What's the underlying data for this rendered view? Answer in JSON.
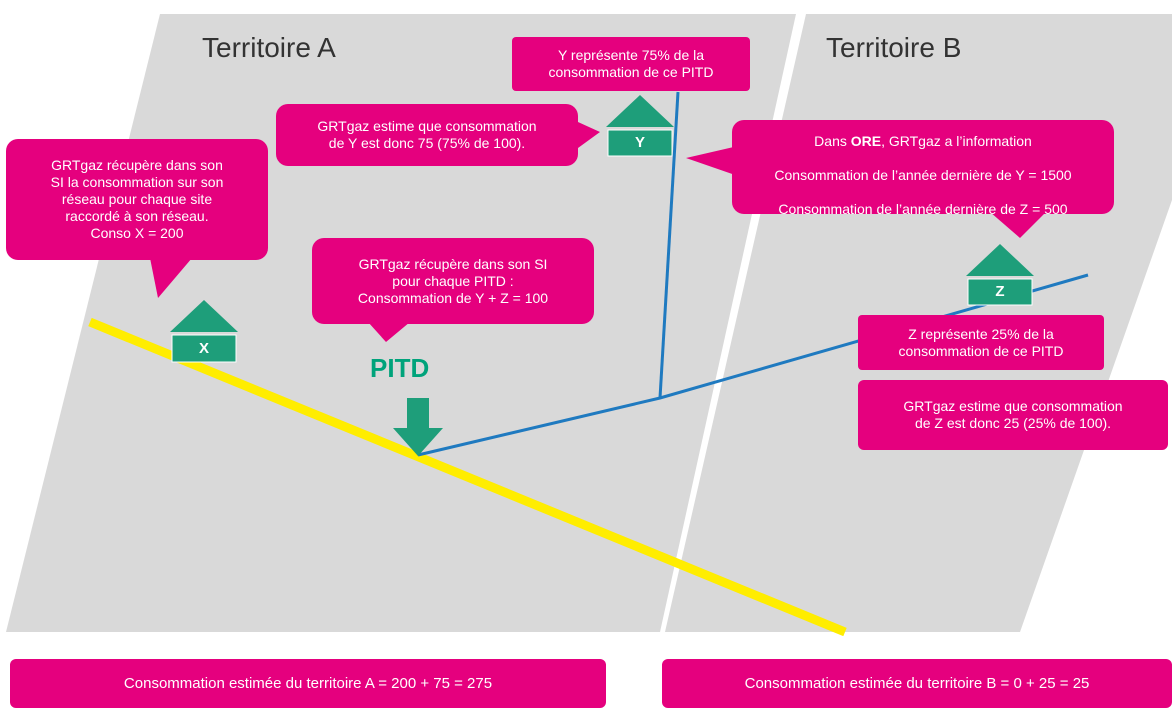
{
  "territories": {
    "a_title": "Territoire A",
    "b_title": "Territoire B"
  },
  "callouts": {
    "x_site": "GRTgaz récupère dans son\nSI la consommation sur son\nréseau pour chaque site\nraccordé à son réseau.\nConso X = 200",
    "y_estimate": "GRTgaz estime que consommation\nde Y est donc 75 (75% de 100).",
    "y_share": "Y représente 75% de la\nconsommation de ce PITD",
    "ore_info_line1_prefix": "Dans ",
    "ore_info_line1_bold": "ORE",
    "ore_info_line1_suffix": ", GRTgaz a l’information",
    "ore_info_line2": "Consommation de l’année dernière de Y = 1500",
    "ore_info_line3": "Consommation de l’année dernière de Z = 500",
    "pitd_total": "GRTgaz récupère dans son SI\npour chaque PITD :\nConsommation de Y + Z = 100",
    "z_share": "Z représente 25% de la\nconsommation de ce PITD",
    "z_estimate": "GRTgaz estime que consommation\nde Z est donc 25 (25% de 100)."
  },
  "houses": {
    "x_label": "X",
    "y_label": "Y",
    "z_label": "Z"
  },
  "pitd": {
    "label": "PITD"
  },
  "bottom": {
    "territory_a": "Consommation estimée du territoire A = 200 + 75 = 275",
    "territory_b": "Consommation estimée du territoire B = 0 + 25 = 25"
  },
  "colors": {
    "territory_fill": "#d9d9d9",
    "callout": "#e5007e",
    "house": "#1e9e7a",
    "pitd_arrow": "#1e9e7a",
    "gas_main": "#ffed00",
    "distribution_line": "#1f7ac0"
  }
}
